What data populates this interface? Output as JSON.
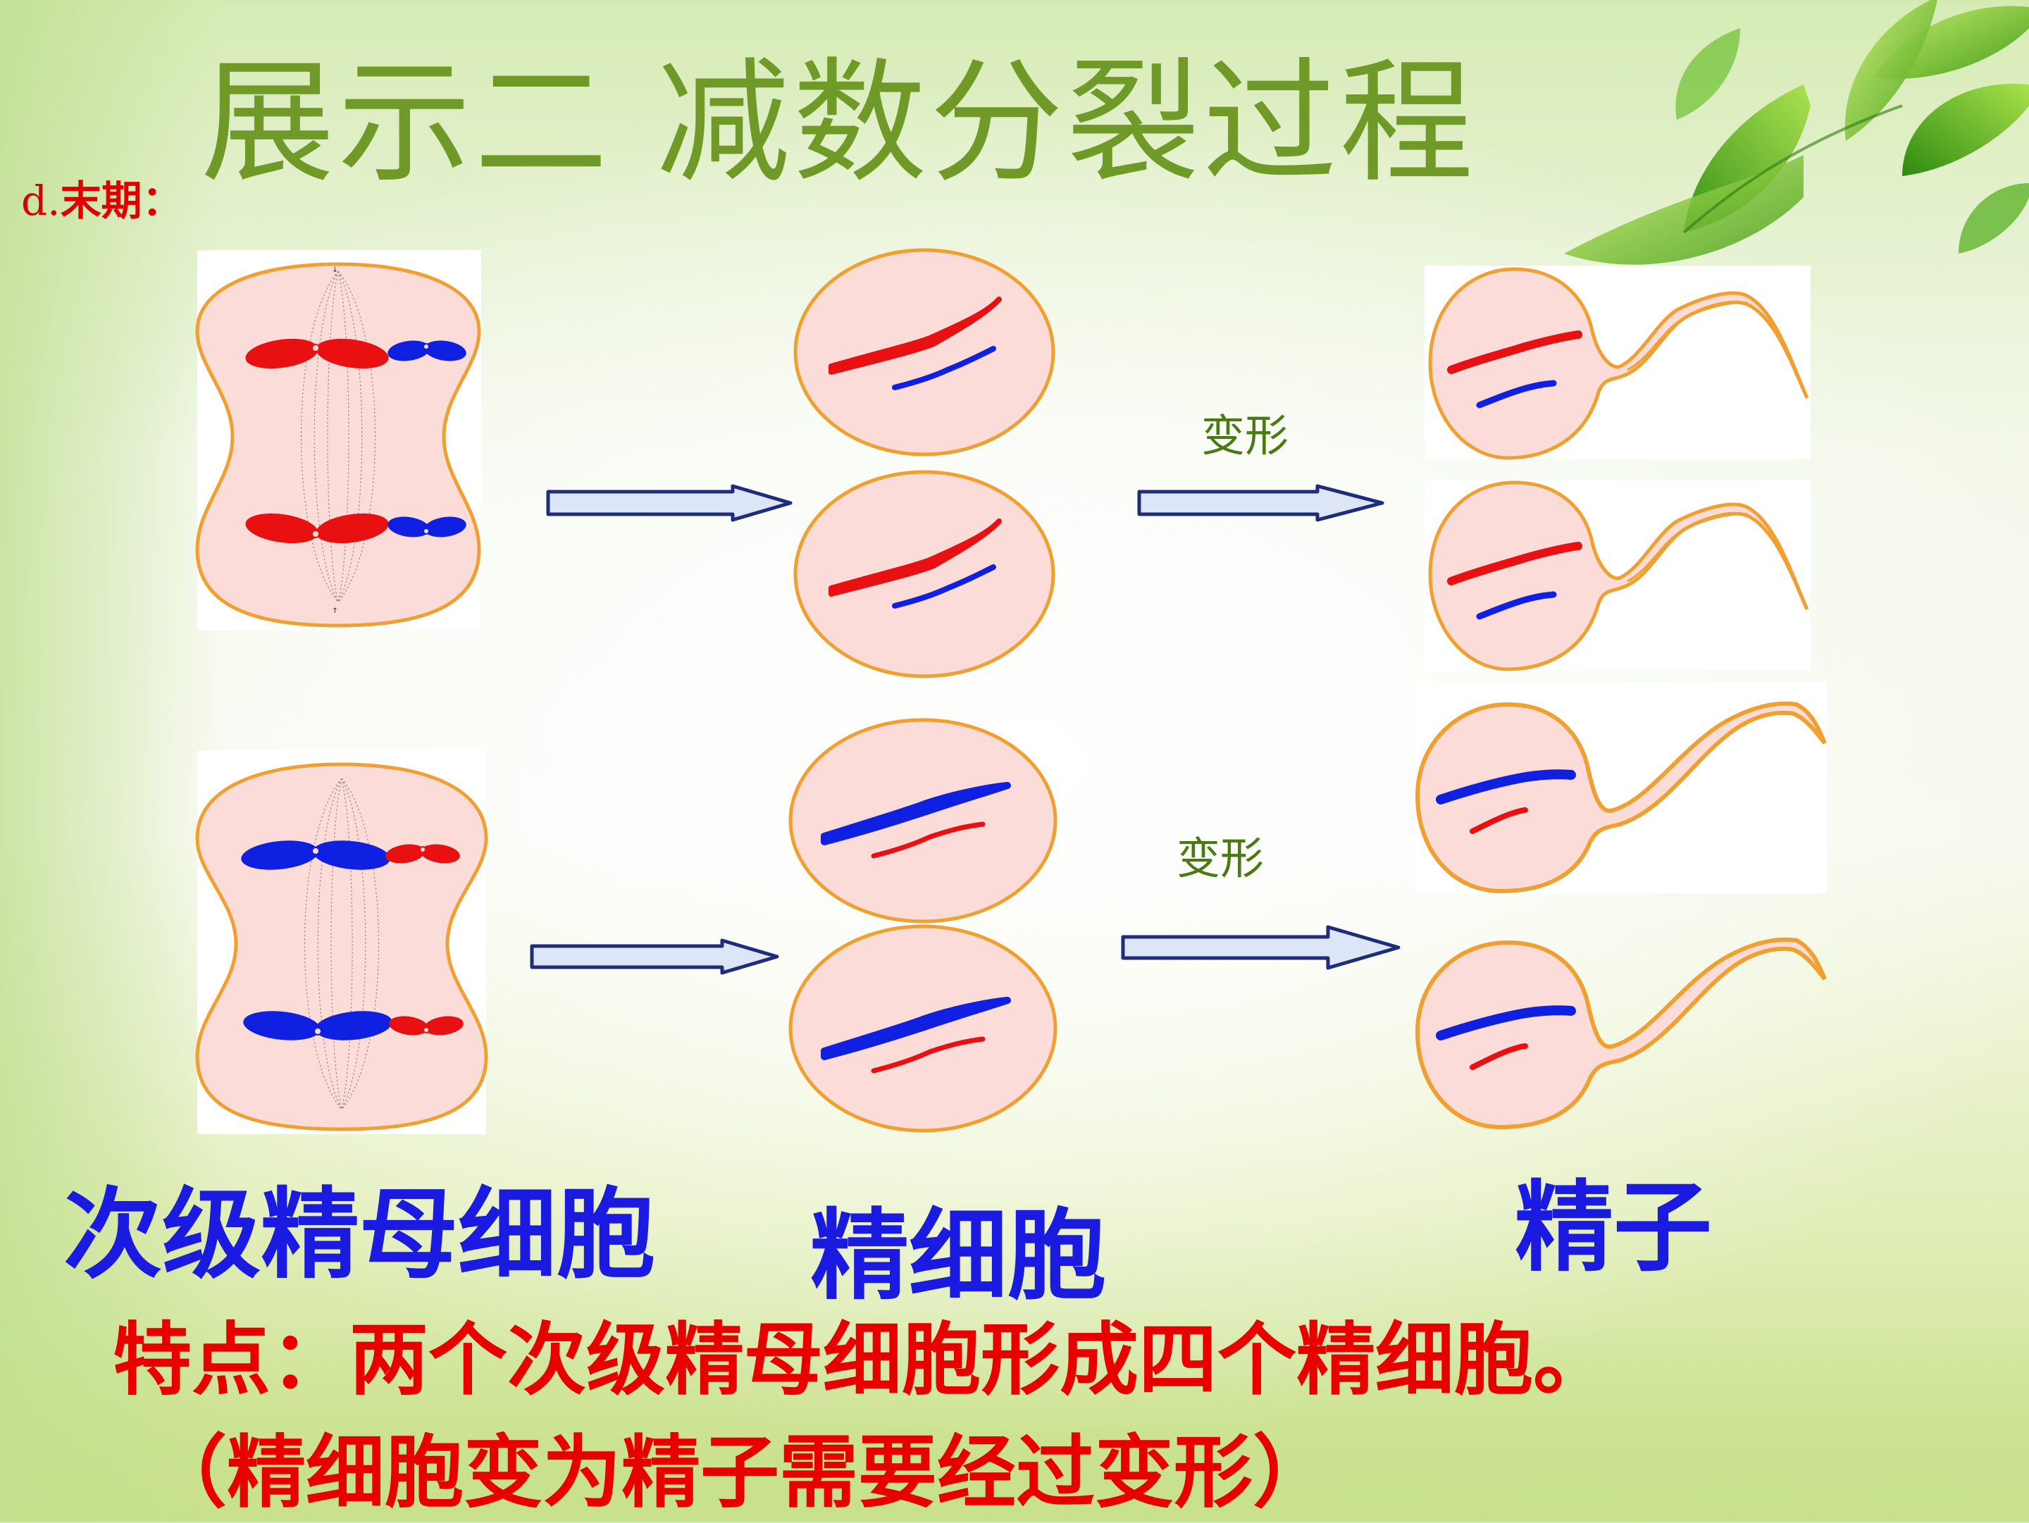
{
  "slide": {
    "title": "展示二 减数分裂过程",
    "stage_prefix": "d.",
    "stage_label": "末期：",
    "morph_label_top": "变形",
    "morph_label_bottom": "变形",
    "labels": {
      "secondary_spermatocyte": "次级精母细胞",
      "spermatid": "精细胞",
      "sperm": "精子"
    },
    "feature": "特点：两个次级精母细胞形成四个精细胞。",
    "note": "（精细胞变为精子需要经过变形）"
  },
  "colors": {
    "cell_fill": "#fbdcd8",
    "cell_border": "#f0a030",
    "chrom_red": "#e81010",
    "chrom_blue": "#1020e0",
    "arrow_fill": "#dde6f6",
    "arrow_stroke": "#1e2c7a",
    "title": "#6f9a28",
    "label_blue": "#1a1ae0",
    "text_red": "#e80000"
  }
}
